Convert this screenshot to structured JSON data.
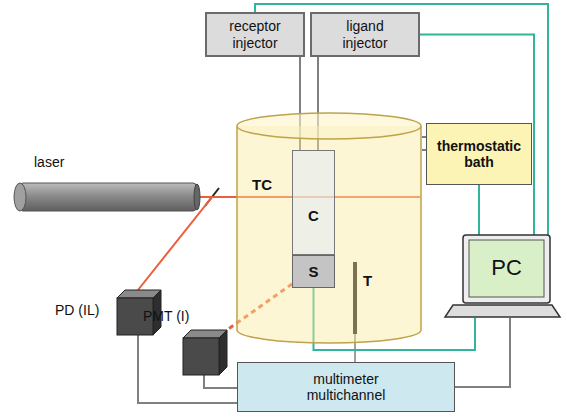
{
  "diagram": {
    "nodes": [
      {
        "text": [
          "receptor injector"
        ]
      },
      {
        "text": [
          "ligand injector"
        ]
      },
      {
        "text": [
          "thermostatic bath"
        ]
      },
      {
        "text": [
          "laser"
        ]
      },
      {
        "text": [
          "TC"
        ]
      },
      {
        "text": [
          "C"
        ],
        "in": 4
      },
      {
        "text": [
          "S"
        ],
        "in": 4
      },
      {
        "text": [
          "PD (IL)"
        ]
      },
      {
        "text": [
          "PMT (I)"
        ]
      },
      {
        "text": [
          "multimeter multichannel"
        ]
      },
      {
        "text": [
          "PC"
        ]
      }
    ],
    "edges": [
      {
        "from": 0,
        "to": 10,
        "arrow": "none"
      },
      {
        "from": 1,
        "to": 10,
        "arrow": "none"
      },
      {
        "from": 2,
        "to": 10,
        "arrow": "none"
      },
      {
        "from": 6,
        "to": 10,
        "arrow": "none"
      },
      {
        "from": 9,
        "to": 10,
        "arrow": "none"
      },
      {
        "from": 0,
        "to": 5,
        "arrow": "none"
      },
      {
        "from": 1,
        "to": 5,
        "arrow": "none"
      },
      {
        "from": 2,
        "to": 4,
        "arrow": "none"
      },
      {
        "from": 3,
        "to": 5,
        "arrow": "none"
      },
      {
        "from": 3,
        "to": 7,
        "arrow": "none"
      },
      {
        "from": 6,
        "to": 8,
        "arrow": "none"
      },
      {
        "from": 7,
        "to": 9,
        "arrow": "none"
      },
      {
        "from": 8,
        "to": 9,
        "arrow": "none"
      }
    ],
    "labels": [
      "T"
    ]
  }
}
